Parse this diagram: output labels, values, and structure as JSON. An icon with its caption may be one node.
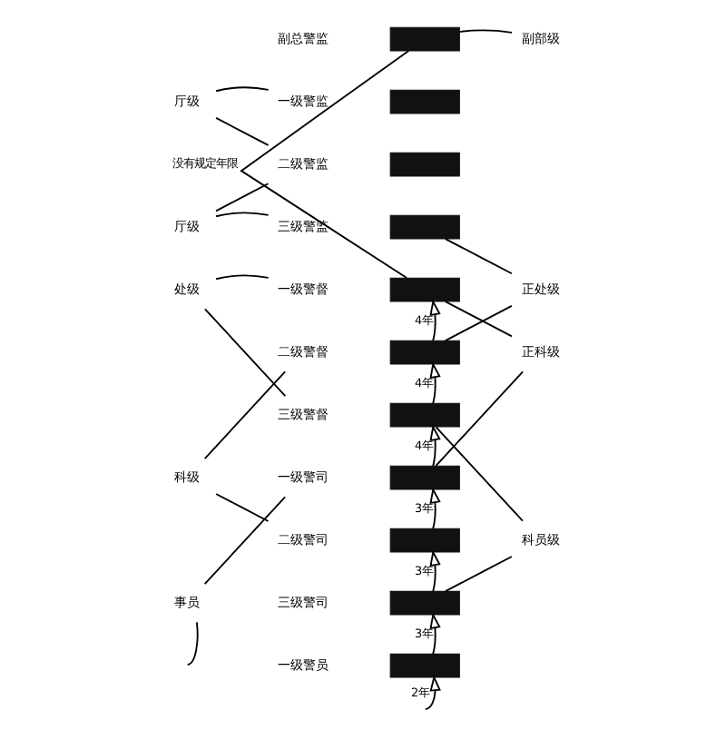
{
  "diagram": {
    "nodes": [
      {
        "text": [
          "副总警监"
        ]
      },
      {
        "text": [],
        "shape": "box"
      },
      {
        "text": [
          "一级警监"
        ]
      },
      {
        "text": [],
        "shape": "box"
      },
      {
        "text": [
          "二级警监"
        ]
      },
      {
        "text": [],
        "shape": "box"
      },
      {
        "text": [
          "三级警监"
        ]
      },
      {
        "text": [],
        "shape": "box"
      },
      {
        "text": [
          "一级警督"
        ]
      },
      {
        "text": [],
        "shape": "box"
      },
      {
        "text": [
          "二级警督"
        ]
      },
      {
        "text": [],
        "shape": "box"
      },
      {
        "text": [
          "三级警督"
        ]
      },
      {
        "text": [],
        "shape": "box"
      },
      {
        "text": [
          "一级警司"
        ]
      },
      {
        "text": [],
        "shape": "box"
      },
      {
        "text": [
          "二级警司"
        ]
      },
      {
        "text": [],
        "shape": "box"
      },
      {
        "text": [
          "三级警司"
        ]
      },
      {
        "text": [],
        "shape": "box"
      },
      {
        "text": [
          "一级警员"
        ]
      },
      {
        "text": [],
        "shape": "box"
      },
      {
        "text": [
          "厅级"
        ]
      },
      {
        "text": [
          "厅级"
        ]
      },
      {
        "text": [
          "处级"
        ]
      },
      {
        "text": [
          "科级"
        ]
      },
      {
        "text": [
          "事员"
        ]
      },
      {
        "text": [
          "副部级"
        ]
      },
      {
        "text": [
          "正处级"
        ]
      },
      {
        "text": [
          "正科级"
        ]
      },
      {
        "text": [
          "科员级"
        ]
      }
    ],
    "edges": [
      {
        "from": 22,
        "to": 2,
        "arrow": "none"
      },
      {
        "from": 22,
        "to": 4,
        "arrow": "none"
      },
      {
        "from": 23,
        "to": 4,
        "arrow": "none"
      },
      {
        "from": 23,
        "to": 6,
        "arrow": "none"
      },
      {
        "from": 24,
        "to": 8,
        "arrow": "none"
      },
      {
        "from": 24,
        "to": 12,
        "arrow": "none"
      },
      {
        "from": 25,
        "to": 10,
        "arrow": "none"
      },
      {
        "from": 25,
        "to": 16,
        "arrow": "none"
      },
      {
        "from": 26,
        "to": 14,
        "arrow": "none"
      },
      {
        "from": 26,
        "to": null,
        "arrow": "none"
      },
      {
        "from": 1,
        "to": 27,
        "arrow": "none"
      },
      {
        "from": 7,
        "to": 28,
        "arrow": "none"
      },
      {
        "from": 11,
        "to": 28,
        "arrow": "none"
      },
      {
        "from": 9,
        "to": 29,
        "arrow": "none"
      },
      {
        "from": 15,
        "to": 29,
        "arrow": "none"
      },
      {
        "from": 13,
        "to": 30,
        "arrow": "none"
      },
      {
        "from": 19,
        "to": 30,
        "arrow": "none"
      },
      {
        "from": 9,
        "to": 1,
        "arrow": "none",
        "label": "没有规定年限"
      },
      {
        "from": 11,
        "to": 9,
        "arrow": "to",
        "label": "4年"
      },
      {
        "from": 13,
        "to": 11,
        "arrow": "to",
        "label": "4年"
      },
      {
        "from": 15,
        "to": 13,
        "arrow": "to",
        "label": "4年"
      },
      {
        "from": 17,
        "to": 15,
        "arrow": "to",
        "label": "3年"
      },
      {
        "from": 19,
        "to": 17,
        "arrow": "to",
        "label": "3年"
      },
      {
        "from": 21,
        "to": 19,
        "arrow": "to",
        "label": "3年"
      },
      {
        "from": null,
        "to": 21,
        "arrow": "to",
        "label": "2年"
      }
    ]
  }
}
